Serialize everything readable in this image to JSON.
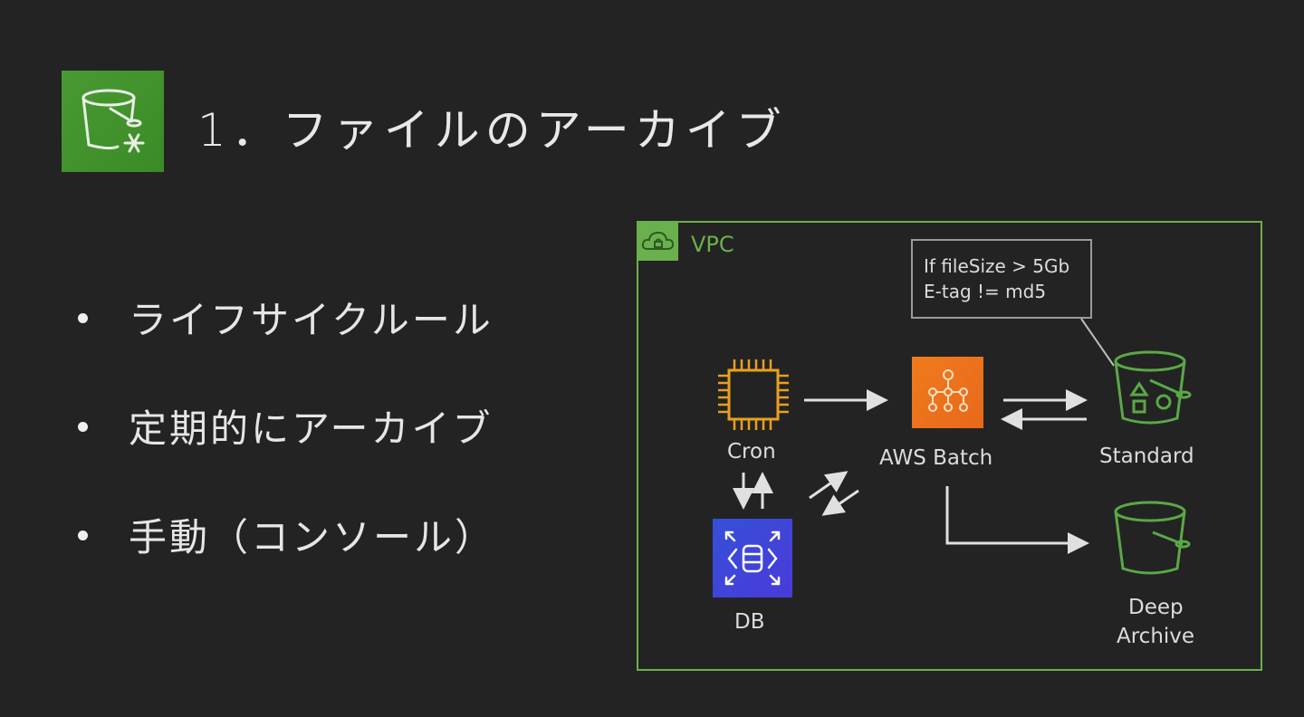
{
  "slide": {
    "title": "1．ファイルのアーカイブ",
    "title_icon": "s3-glacier-bucket-snowflake-icon",
    "bullets": [
      "ライフサイクルール",
      "定期的にアーカイブ",
      "手動（コンソール）"
    ]
  },
  "diagram": {
    "container_label": "VPC",
    "container_icon": "vpc-cloud-lock-icon",
    "condition_note": {
      "line1": "If fileSize > 5Gb",
      "line2": "E-tag != md5"
    },
    "nodes": {
      "cron": {
        "label": "Cron",
        "icon": "ec2-chip-icon"
      },
      "batch": {
        "label": "AWS Batch",
        "icon": "aws-batch-icon"
      },
      "standard": {
        "label": "Standard",
        "icon": "s3-standard-bucket-icon"
      },
      "db": {
        "label": "DB",
        "icon": "database-icon"
      },
      "deep_archive": {
        "label_line1": "Deep",
        "label_line2": "Archive",
        "icon": "s3-bucket-icon"
      }
    },
    "colors": {
      "vpc_green": "#6ab04c",
      "s3_green": "#5aa846",
      "batch_orange": "#f07a1d",
      "ec2_orange": "#e8a020",
      "db_blue": "#3a4fd8",
      "arrow": "#e0e0e0"
    }
  }
}
